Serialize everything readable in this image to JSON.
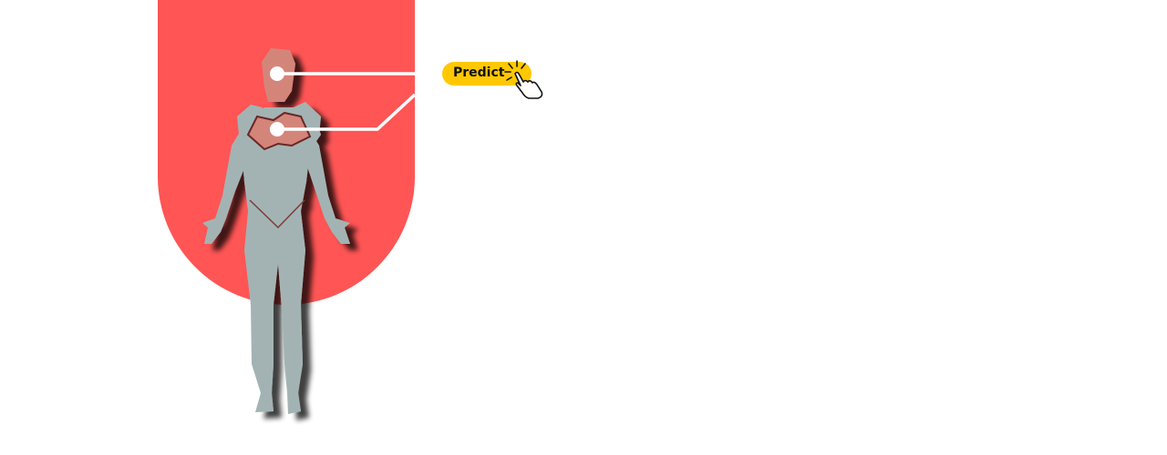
{
  "predict_button": {
    "label": "Predict",
    "icon": "pointing-hand-click-icon"
  },
  "colors": {
    "panel": "#FF5555",
    "body": "#A3B3B3",
    "highlight": "#D4857A",
    "button": "#FFC800",
    "connector": "#FFFFFF"
  },
  "regions": [
    "head",
    "chest"
  ]
}
